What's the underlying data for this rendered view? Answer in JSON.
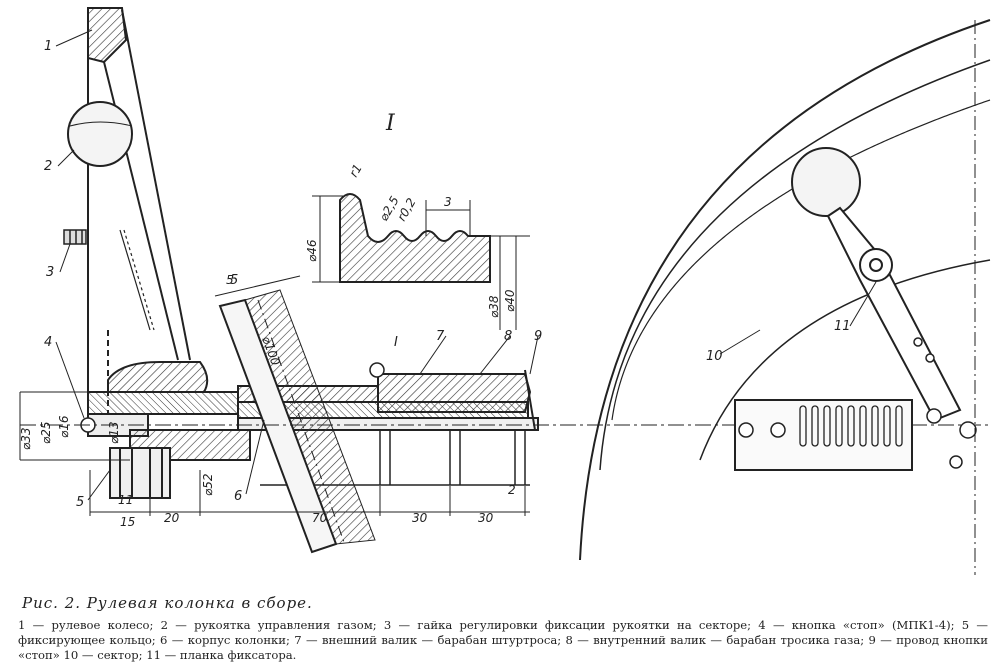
{
  "caption": {
    "title": "Рис. 2. Рулевая колонка в сборе.",
    "text": "1 — рулевое колесо; 2 — рукоятка управления газом; 3 — гайка регулировки фиксации рукоятки на секторе; 4 — кнопка «стоп» (МПК1-4); 5 — фиксирующее кольцо; 6 — корпус колонки; 7 — внешний валик — барабан штуртроса; 8 — внутренний валик — барабан тросика газа; 9 — провод кнопки «стоп» 10 — сектор; 11 — планка фиксатора."
  },
  "detail": {
    "title": "I",
    "marker": "I"
  },
  "callouts": [
    "1",
    "2",
    "3",
    "4",
    "5",
    "6",
    "7",
    "8",
    "9",
    "10",
    "11",
    "5"
  ],
  "dimensions": {
    "detail": [
      "r1",
      "⌀2,5",
      "r0,2",
      "3",
      "⌀46",
      "⌀38",
      "⌀40"
    ],
    "vertical_left": [
      "⌀33",
      "⌀25",
      "⌀16",
      "⌀13",
      "⌀52"
    ],
    "diagonal": [
      "⌀100"
    ],
    "bottom": [
      "11",
      "15",
      "20",
      "70",
      "30",
      "30",
      "2"
    ],
    "top": [
      "5"
    ]
  }
}
